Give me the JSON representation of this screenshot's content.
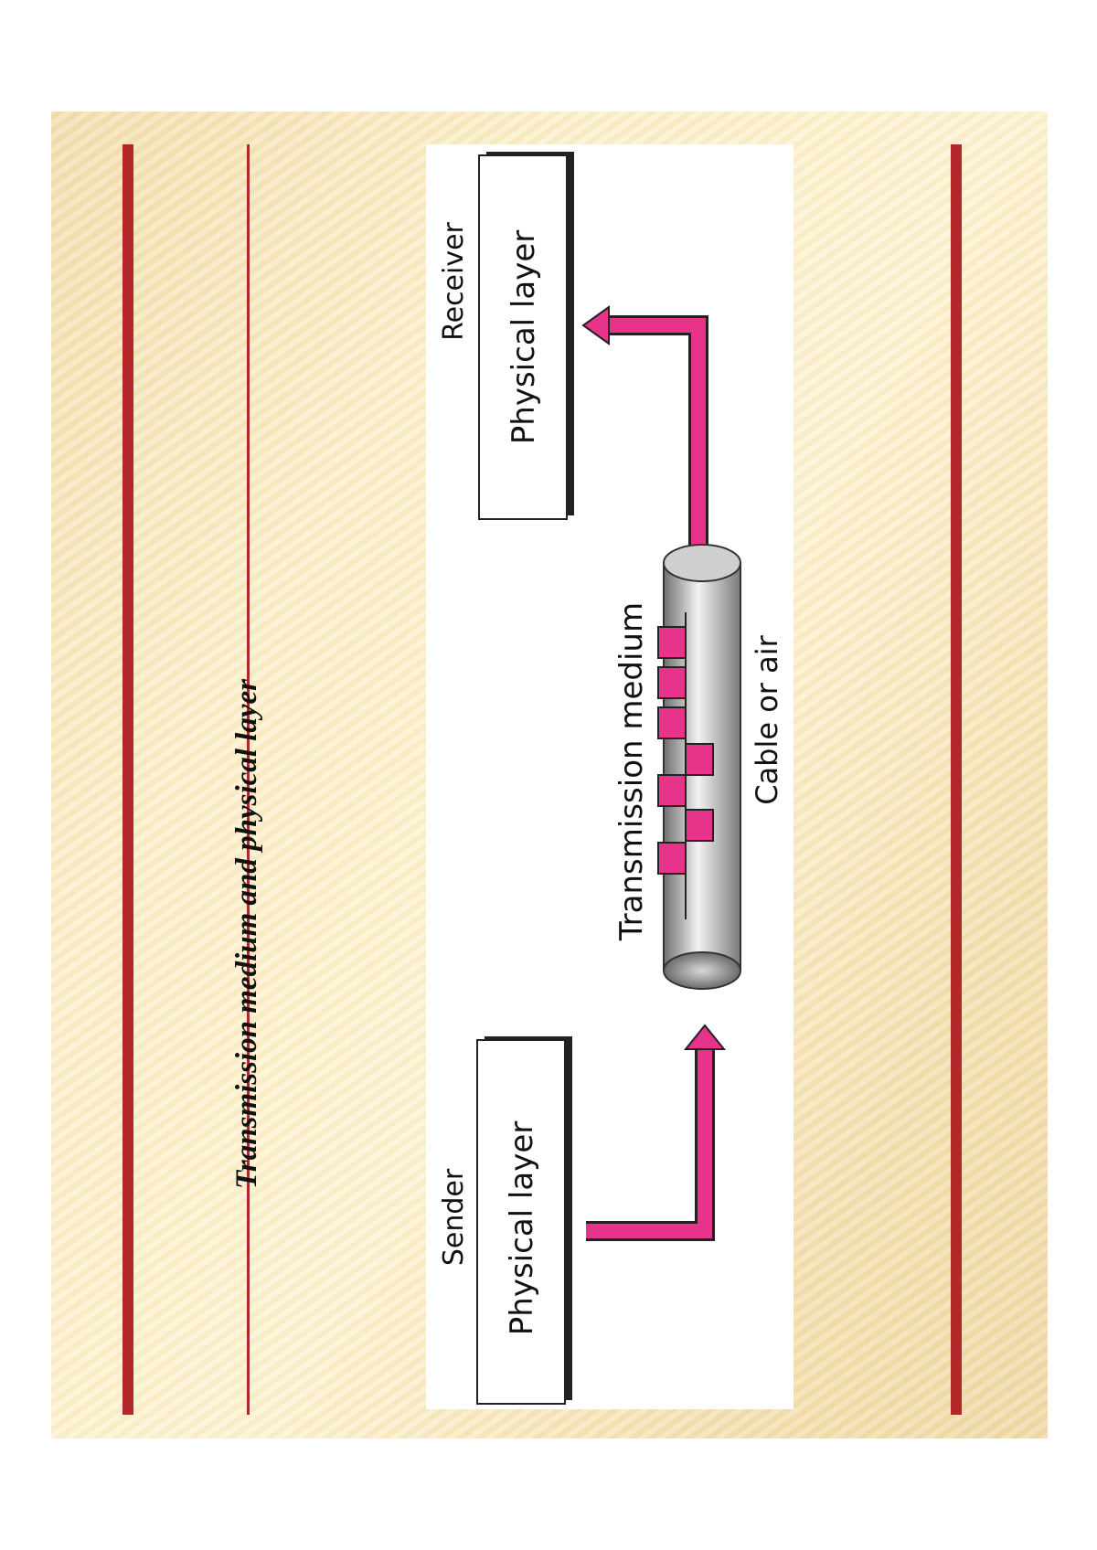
{
  "title": "Transmission medium and physical layer",
  "diagram": {
    "sender_label": "Sender",
    "sender_box": "Physical layer",
    "receiver_label": "Receiver",
    "receiver_box": "Physical layer",
    "medium_label": "Transmission medium",
    "cable_label": "Cable or air"
  },
  "colors": {
    "accent_rule": "#b3262a",
    "arrow": "#e8338a"
  }
}
